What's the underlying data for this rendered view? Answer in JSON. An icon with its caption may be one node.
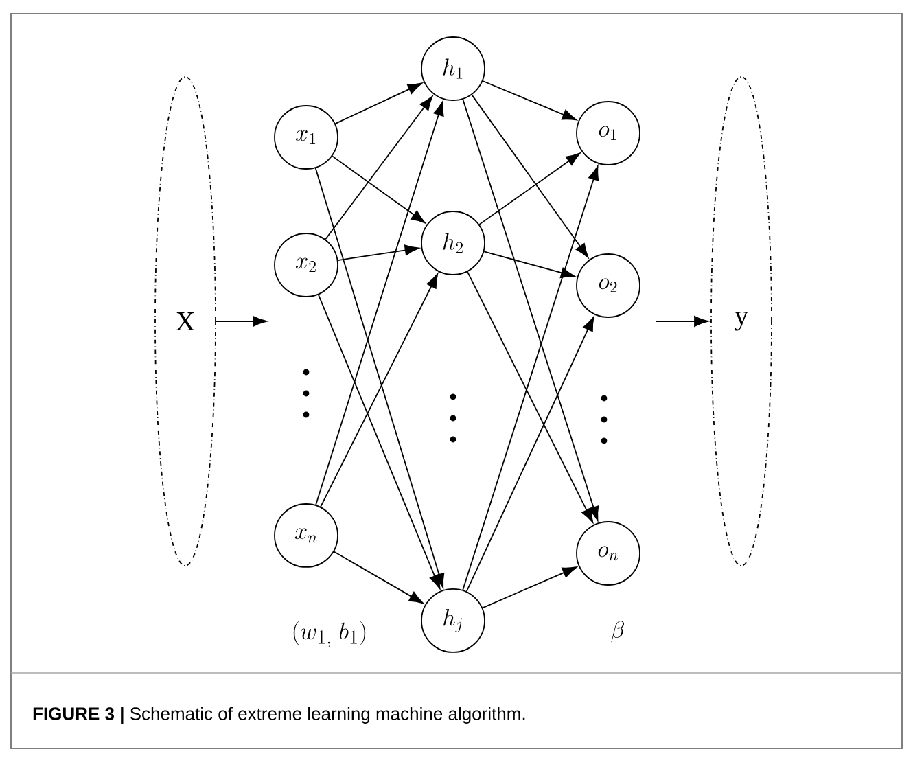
{
  "diagram": {
    "caption": "**FIGURE 3 |** Schematic of extreme learning machine algorithm.",
    "nodes": [
      {
        "text": [
          "X"
        ]
      },
      {
        "text": [
          "x_1"
        ]
      },
      {
        "text": [
          "x_2"
        ]
      },
      {
        "text": [
          "x_n"
        ]
      },
      {
        "text": [
          "h_1"
        ]
      },
      {
        "text": [
          "h_2"
        ]
      },
      {
        "text": [
          "h_j"
        ]
      },
      {
        "text": [
          "o_1"
        ]
      },
      {
        "text": [
          "o_2"
        ]
      },
      {
        "text": [
          "o_n"
        ]
      },
      {
        "text": [
          "y"
        ]
      }
    ],
    "edges": [
      {
        "from": 0,
        "to": null,
        "arrow": "to"
      },
      {
        "from": 1,
        "to": 4,
        "arrow": "to"
      },
      {
        "from": 1,
        "to": 5,
        "arrow": "to"
      },
      {
        "from": 1,
        "to": 6,
        "arrow": "to"
      },
      {
        "from": 2,
        "to": 4,
        "arrow": "to"
      },
      {
        "from": 2,
        "to": 5,
        "arrow": "to"
      },
      {
        "from": 2,
        "to": 6,
        "arrow": "to"
      },
      {
        "from": 3,
        "to": 4,
        "arrow": "to"
      },
      {
        "from": 3,
        "to": 5,
        "arrow": "to"
      },
      {
        "from": 3,
        "to": 6,
        "arrow": "to"
      },
      {
        "from": 4,
        "to": 7,
        "arrow": "to"
      },
      {
        "from": 4,
        "to": 8,
        "arrow": "to"
      },
      {
        "from": 4,
        "to": 9,
        "arrow": "to"
      },
      {
        "from": 5,
        "to": 7,
        "arrow": "to"
      },
      {
        "from": 5,
        "to": 8,
        "arrow": "to"
      },
      {
        "from": 5,
        "to": 9,
        "arrow": "to"
      },
      {
        "from": 6,
        "to": 7,
        "arrow": "to"
      },
      {
        "from": 6,
        "to": 8,
        "arrow": "to"
      },
      {
        "from": 6,
        "to": 9,
        "arrow": "to"
      },
      {
        "from": null,
        "to": 10,
        "arrow": "to"
      }
    ],
    "labels": [
      "(w_{1,}\\ b_1)",
      "\\beta"
    ]
  }
}
